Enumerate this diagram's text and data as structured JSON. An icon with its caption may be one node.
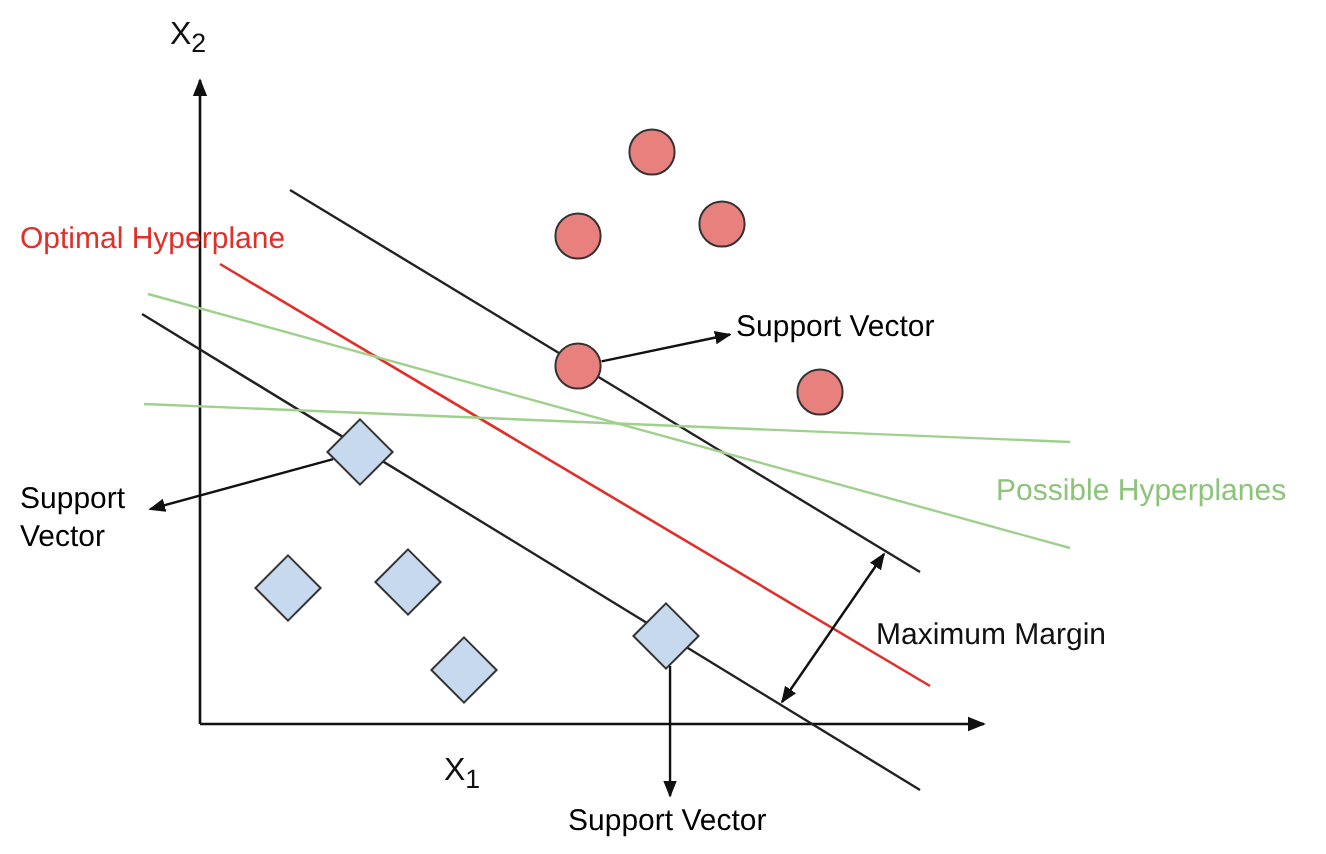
{
  "diagram": {
    "nodes": [
      {
        "text": [],
        "shape": "circle"
      },
      {
        "text": [],
        "shape": "circle"
      },
      {
        "text": [],
        "shape": "circle"
      },
      {
        "text": [],
        "shape": "circle"
      },
      {
        "text": [],
        "shape": "circle"
      },
      {
        "text": [],
        "shape": "diamond"
      },
      {
        "text": [],
        "shape": "diamond"
      },
      {
        "text": [],
        "shape": "diamond"
      },
      {
        "text": [],
        "shape": "diamond"
      },
      {
        "text": [],
        "shape": "diamond"
      },
      {
        "text": [
          "Support Vector"
        ]
      },
      {
        "text": [
          "Support Vector"
        ]
      },
      {
        "text": [
          "Support Vector"
        ]
      }
    ],
    "edges": [
      {
        "from": 3,
        "to": 10,
        "arrow": "to"
      },
      {
        "from": 5,
        "to": 11,
        "arrow": "to"
      },
      {
        "from": 9,
        "to": 12,
        "arrow": "to"
      }
    ],
    "labels": [
      "X$_{2}$",
      "Optimal Hyperplane",
      "Possible Hyperplanes",
      "Maximum Margin",
      "X$_{1}$"
    ]
  }
}
